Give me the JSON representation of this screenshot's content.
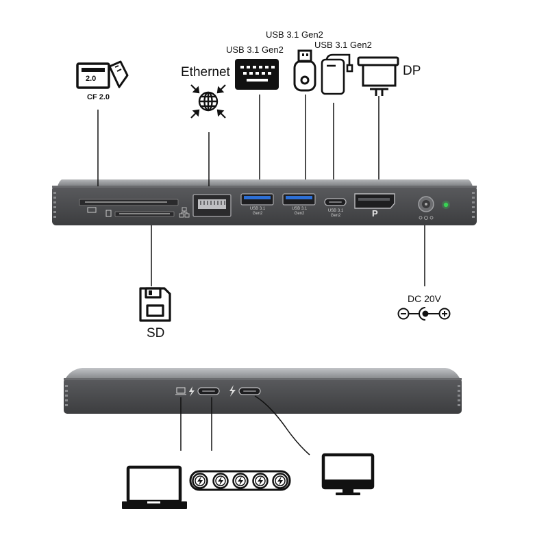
{
  "top_labels": {
    "usb_a_keyboard": "USB 3.1 Gen2",
    "usb_a_flash": "USB 3.1 Gen2",
    "usb_c_drive": "USB 3.1 Gen2",
    "ethernet": "Ethernet",
    "dp": "DP",
    "cf": "CF 2.0",
    "cf_card_text": "2.0"
  },
  "front_port_labels": {
    "usb_a_1": [
      "USB 3.1",
      "Gen2"
    ],
    "usb_a_2": [
      "USB 3.1",
      "Gen2"
    ],
    "usb_c": [
      "USB 3.1",
      "Gen2"
    ],
    "dp_letter": "P"
  },
  "bottom_labels": {
    "sd": "SD",
    "dc": "DC 20V"
  },
  "icons": {
    "keyboard": "keyboard-icon",
    "flash_drive": "usb-flash-drive-icon",
    "external_drive": "external-drive-icon",
    "monitor_dp": "monitor-icon",
    "globe": "globe-icon",
    "cf_card": "cf-card-icon",
    "sd_card": "sd-card-icon",
    "dc_polarity": "dc-polarity-icon",
    "laptop": "laptop-icon",
    "power_chain": "charging-bolt-icon",
    "monitor_rear": "monitor-icon"
  },
  "colors": {
    "device_body": "#4a4b4d",
    "device_top": "#8f9194",
    "usb_blue": "#2c6fd6",
    "led_green": "#39d353",
    "ink": "#111111"
  }
}
